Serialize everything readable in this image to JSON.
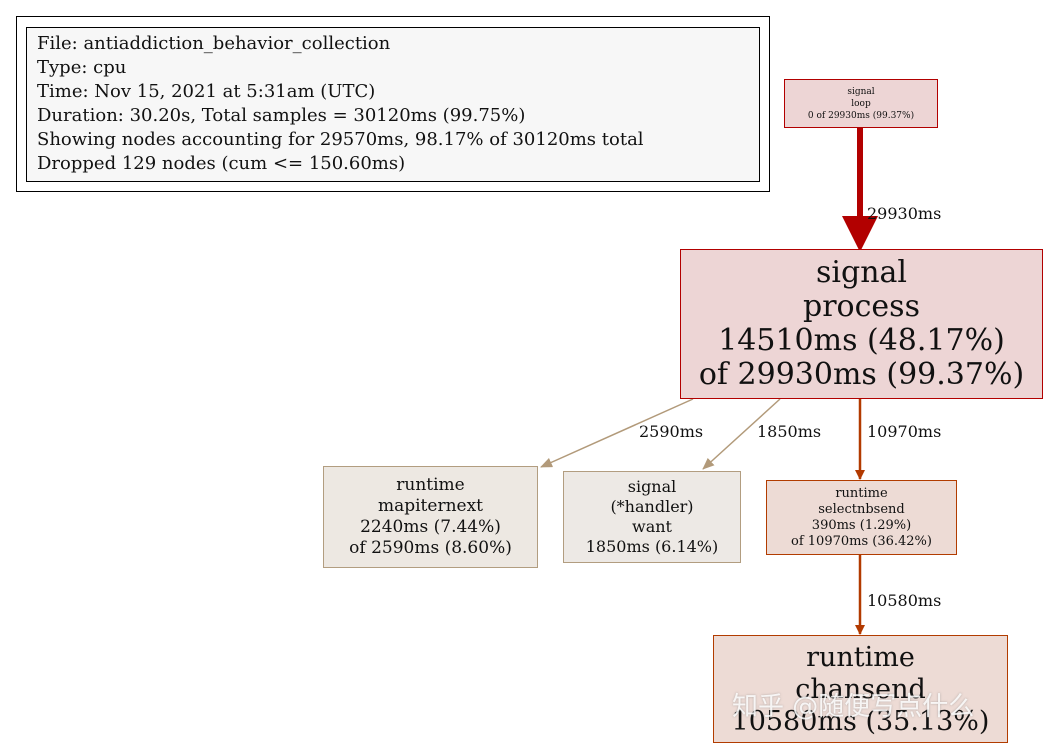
{
  "legend": {
    "lines": [
      "File: antiaddiction_behavior_collection",
      "Type: cpu",
      "Time: Nov 15, 2021 at 5:31am (UTC)",
      "Duration: 30.20s, Total samples = 30120ms (99.75%)",
      "Showing nodes accounting for 29570ms, 98.17% of 30120ms total",
      "Dropped 129 nodes (cum <= 150.60ms)"
    ]
  },
  "nodes": {
    "signal_loop": {
      "pkg": "signal",
      "func": "loop",
      "stats": "0 of 29930ms (99.37%)"
    },
    "signal_process": {
      "pkg": "signal",
      "func": "process",
      "flat": "14510ms (48.17%)",
      "cum": "of 29930ms (99.37%)"
    },
    "runtime_mapiternext": {
      "pkg": "runtime",
      "func": "mapiternext",
      "flat": "2240ms (7.44%)",
      "cum": "of 2590ms (8.60%)"
    },
    "signal_handler_want": {
      "pkg": "signal",
      "recv": "(*handler)",
      "func": "want",
      "flat": "1850ms (6.14%)"
    },
    "runtime_selectnbsend": {
      "pkg": "runtime",
      "func": "selectnbsend",
      "flat": "390ms (1.29%)",
      "cum": "of 10970ms (36.42%)"
    },
    "runtime_chansend": {
      "pkg": "runtime",
      "func": "chansend",
      "flat": "10580ms (35.13%)"
    }
  },
  "edges": {
    "loop_process": "29930ms",
    "process_mapiternext": "2590ms",
    "process_want": "1850ms",
    "process_selectnbsend": "10970ms",
    "selectnbsend_chansend": "10580ms"
  },
  "colors": {
    "hot_edge": "#b20000",
    "mid_edge": "#b23a00",
    "cold_edge": "#b29a7a",
    "node_hot_fill": "#edd5d5",
    "node_hot_border": "#b20000",
    "node_mid_fill": "#eddbd5",
    "node_mid_border": "#b23c00",
    "node_cold_fill": "#ede8e2",
    "node_cold_border": "#b29d80"
  },
  "watermark": "知乎 @随便写点什么"
}
